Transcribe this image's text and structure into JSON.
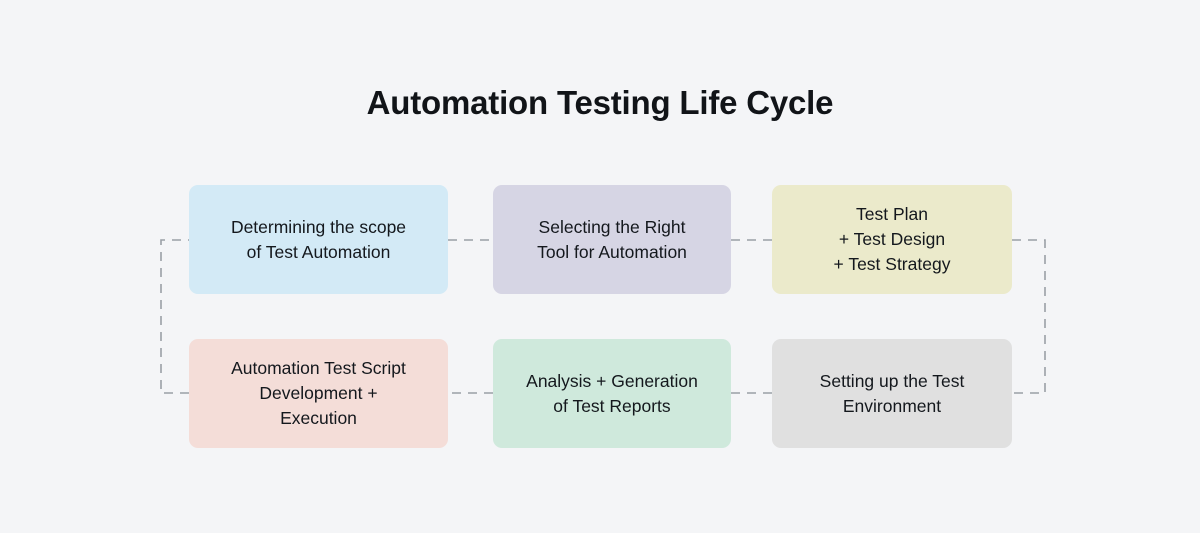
{
  "title": "Automation Testing Life Cycle",
  "colors": {
    "background": "#f4f5f7",
    "text": "#14181d",
    "connector": "#9aa0a6"
  },
  "diagram": {
    "type": "process-flow",
    "layout": "serpentine",
    "connector_style": "dashed",
    "nodes": [
      {
        "id": "scope",
        "step": 1,
        "label": "Determining the scope\nof Test Automation",
        "fill": "#d3eaf6",
        "row": "top",
        "column": 1
      },
      {
        "id": "tool",
        "step": 2,
        "label": "Selecting the Right\nTool for Automation",
        "fill": "#d6d5e4",
        "row": "top",
        "column": 2
      },
      {
        "id": "plan",
        "step": 3,
        "label": "Test Plan\n+ Test Design\n+ Test Strategy",
        "fill": "#ebeacb",
        "row": "top",
        "column": 3
      },
      {
        "id": "environment",
        "step": 4,
        "label": "Setting up the Test\nEnvironment",
        "fill": "#e0e0e0",
        "row": "bottom",
        "column": 3
      },
      {
        "id": "analysis",
        "step": 5,
        "label": "Analysis + Generation\nof Test Reports",
        "fill": "#cfe9dc",
        "row": "bottom",
        "column": 2
      },
      {
        "id": "script",
        "step": 6,
        "label": "Automation Test Script\nDevelopment +\nExecution",
        "fill": "#f4ddd8",
        "row": "bottom",
        "column": 1
      }
    ],
    "edges": [
      {
        "from": "scope",
        "to": "tool"
      },
      {
        "from": "tool",
        "to": "plan"
      },
      {
        "from": "plan",
        "to": "environment"
      },
      {
        "from": "environment",
        "to": "analysis"
      },
      {
        "from": "analysis",
        "to": "script"
      },
      {
        "from": "script",
        "to": "scope"
      }
    ]
  }
}
